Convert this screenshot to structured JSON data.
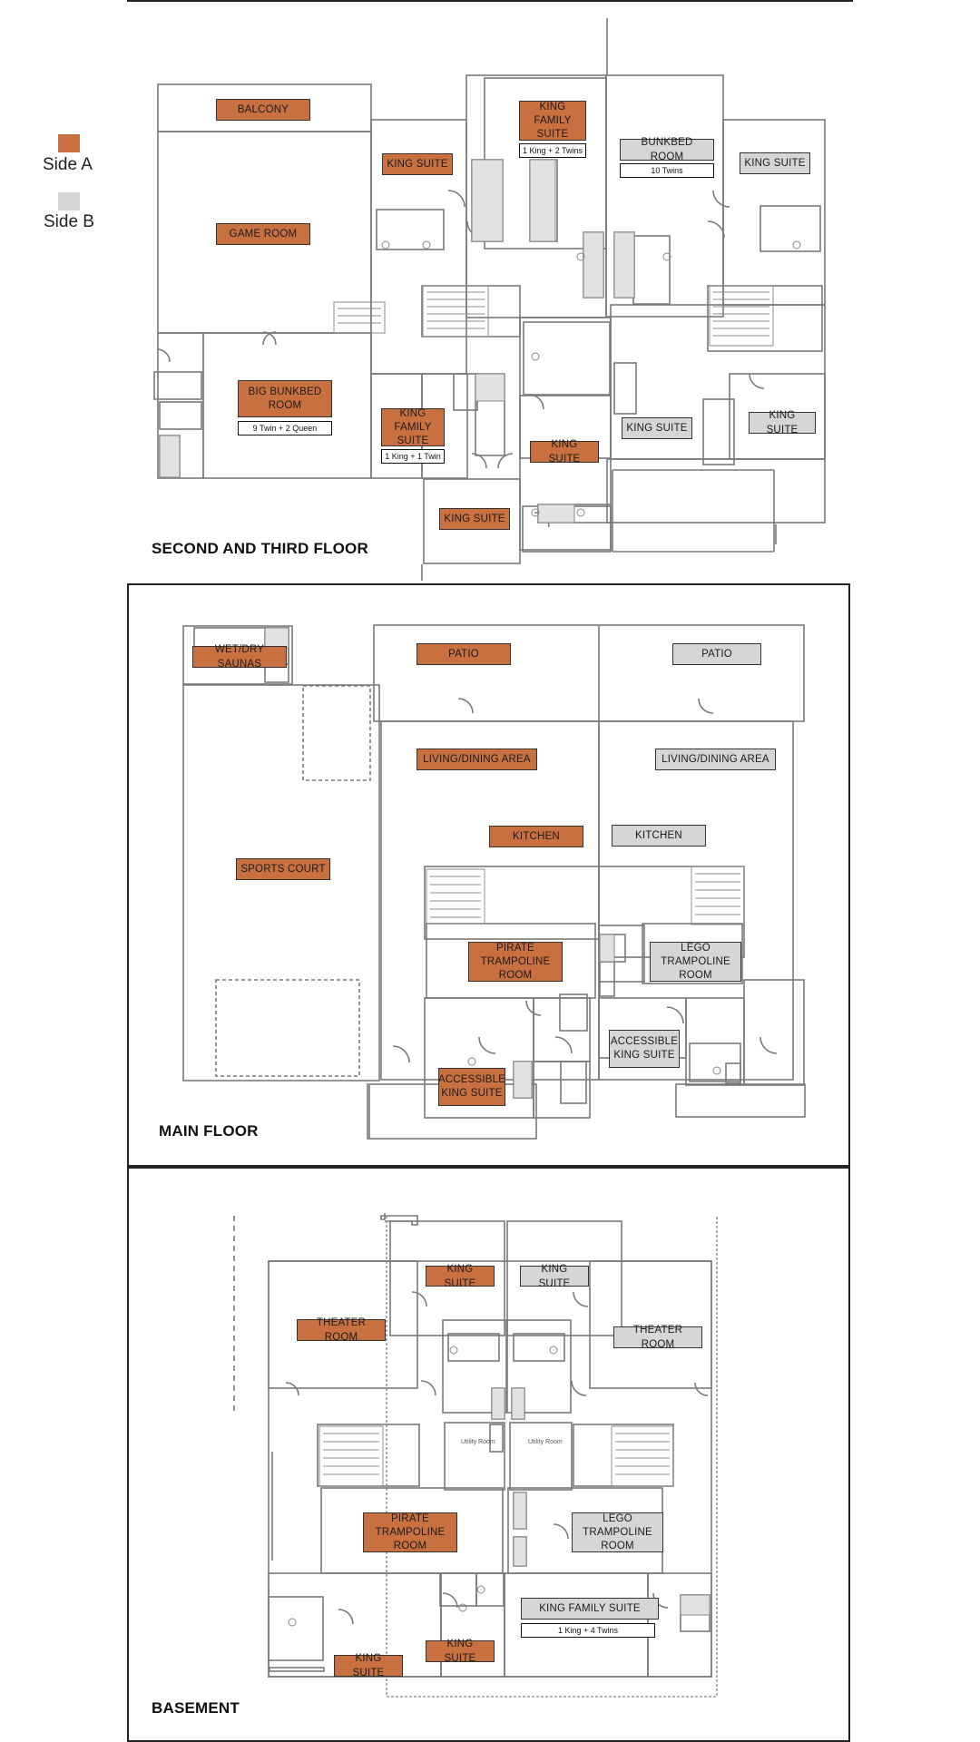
{
  "colors": {
    "side_a": "#c8703f",
    "side_b": "#d6d6d6"
  },
  "legend": {
    "side_a_label": "Side A",
    "side_b_label": "Side B"
  },
  "upper": {
    "title": "SECOND AND THIRD FLOOR",
    "balcony": "BALCONY",
    "game_room": "GAME ROOM",
    "king_suite_a1": "KING SUITE",
    "king_family_suite_a1": "KING FAMILY SUITE",
    "king_family_suite_a1_beds": "1 King + 2 Twins",
    "bunkbed_room": "BUNKBED ROOM",
    "bunkbed_room_beds": "10 Twins",
    "king_suite_b1": "KING SUITE",
    "big_bunkbed_room": "BIG BUNKBED ROOM",
    "big_bunkbed_room_beds": "9 Twin + 2 Queen",
    "king_family_suite_a2": "KING FAMILY SUITE",
    "king_family_suite_a2_beds": "1 King + 1 Twin",
    "king_suite_a2": "KING SUITE",
    "king_suite_a3": "KING SUITE",
    "king_suite_b2": "KING SUITE",
    "king_suite_b3": "KING SUITE"
  },
  "main": {
    "title": "MAIN FLOOR",
    "saunas": "WET/DRY SAUNAS",
    "patio_a": "PATIO",
    "patio_b": "PATIO",
    "living_a": "LIVING/DINING AREA",
    "living_b": "LIVING/DINING AREA",
    "kitchen_a": "KITCHEN",
    "kitchen_b": "KITCHEN",
    "sports_court": "SPORTS COURT",
    "pirate_trampoline": "PIRATE TRAMPOLINE ROOM",
    "lego_trampoline": "LEGO TRAMPOLINE ROOM",
    "accessible_king_a": "ACCESSIBLE KING SUITE",
    "accessible_king_b": "ACCESSIBLE KING SUITE"
  },
  "basement": {
    "title": "BASEMENT",
    "king_suite_a_top": "KING SUITE",
    "king_suite_b_top": "KING SUITE",
    "theater_a": "THEATER ROOM",
    "theater_b": "THEATER ROOM",
    "utility_a": "Utility Room",
    "utility_b": "Utility Room",
    "pirate_trampoline": "PIRATE TRAMPOLINE ROOM",
    "lego_trampoline": "LEGO TRAMPOLINE ROOM",
    "king_family_suite_b": "KING FAMILY SUITE",
    "king_family_suite_b_beds": "1 King + 4 Twins",
    "king_suite_a_bl": "KING SUITE",
    "king_suite_a_bm": "KING SUITE"
  }
}
